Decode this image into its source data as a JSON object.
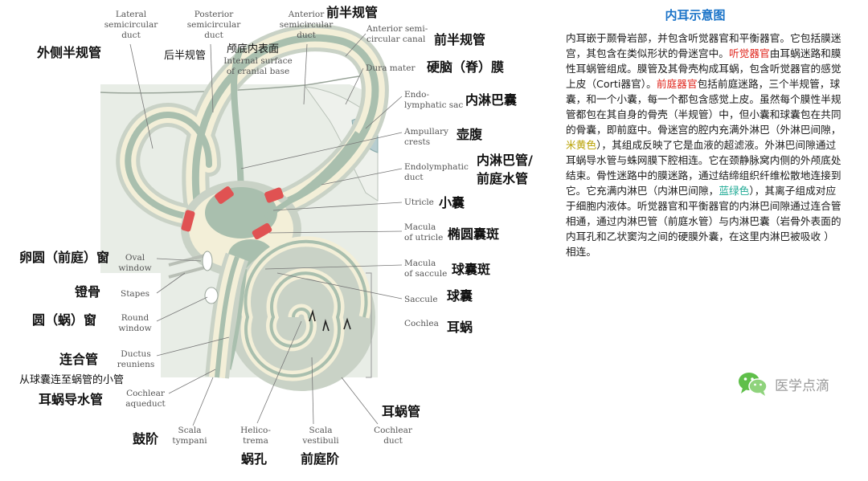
{
  "diagram": {
    "en": {
      "lateral": "Lateral\nsemicircular\nduct",
      "posterior": "Posterior\nsemicircular\nduct",
      "anterior_duct": "Anterior\nsemicircular\nduct",
      "anterior_canal": "Anterior semi-\ncircular canal",
      "internal_surface": "Internal surface\nof cranial base",
      "dura": "Dura mater",
      "endolymphatic_sac": "Endo-\nlymphatic sac",
      "ampullary": "Ampullary\ncrests",
      "endolymphatic_duct": "Endolymphatic\nduct",
      "utricle": "Utricle",
      "macula_utricle": "Macula\nof utricle",
      "macula_saccule": "Macula\nof saccule",
      "saccule": "Saccule",
      "cochlea": "Cochlea",
      "oval": "Oval\nwindow",
      "stapes": "Stapes",
      "round": "Round\nwindow",
      "ductus": "Ductus\nreuniens",
      "cochlear_aqueduct": "Cochlear\naqueduct",
      "scala_tympani": "Scala\ntympani",
      "helicotrema": "Helico-\ntrema",
      "scala_vestibuli": "Scala\nvestibuli",
      "cochlear_duct": "Cochlear\nduct"
    },
    "zh": {
      "anterior_top": "前半规管",
      "lateral": "外侧半规管",
      "posterior": "后半规管",
      "internal_surface": "颅底内表面",
      "anterior_canal": "前半规管",
      "dura": "硬脑（脊）膜",
      "endolymphatic_sac": "内淋巴囊",
      "ampullary": "壶腹",
      "endolymphatic_duct_1": "内淋巴管/",
      "endolymphatic_duct_2": "前庭水管",
      "utricle": "小囊",
      "macula_utricle": "椭圆囊斑",
      "macula_saccule": "球囊斑",
      "saccule": "球囊",
      "cochlea": "耳蜗",
      "oval": "卵圆（前庭）窗",
      "stapes": "镫骨",
      "round": "圆（蜗）窗",
      "ductus": "连合管",
      "ductus_desc": "从球囊连至蜗管的小管",
      "cochlear_aqueduct": "耳蜗导水管",
      "scala_tympani": "鼓阶",
      "helicotrema": "蜗孔",
      "scala_vestibuli": "前庭阶",
      "cochlear_duct": "耳蜗管"
    }
  },
  "panel": {
    "title": "内耳示意图",
    "p1": "内耳嵌于颞骨岩部，并包含听觉器官和平衡器官。它包括膜迷宫，其包含在类似形状的骨迷宫中。",
    "hearing_organ": "听觉器官",
    "p2": "由耳蜗迷路和膜性耳蜗管组成。膜管及其骨壳构成耳蜗，包含听觉器官的感觉上皮（Corti器官）。",
    "vestibular_organ": "前庭器官",
    "p3": "包括前庭迷路，三个半规管，球囊，和一个小囊，每一个都包含感觉上皮。虽然每个膜性半规管都包在其自身的骨壳（半规管）中，但小囊和球囊包在共同的骨囊，即前庭中。骨迷宫的腔内充满外淋巴（外淋巴间隙，",
    "yellow_word": "米黄色",
    "p4": "），其组成反映了它是血液的超滤液。外淋巴间隙通过耳蜗导水管与蛛网膜下腔相连。它在颈静脉窝内侧的外颅底处结束。骨性迷路中的膜迷路，通过结缔组织纤维松散地连接到它。它充满内淋巴（内淋巴间隙，",
    "green_word": "蓝绿色",
    "p5": "），其离子组成对应于细胞内液体。听觉器官和平衡器官的内淋巴间隙通过连合管相通，通过内淋巴管（前庭水管）与内淋巴囊（岩骨外表面的内耳孔和乙状窦沟之间的硬膜外囊，在这里内淋巴被吸收 ）相连。"
  },
  "brand": {
    "name": "医学点滴",
    "icon": "wechat-icon"
  },
  "colors": {
    "bone": "#dfe6dc",
    "endolymph": "#a9bfae",
    "perilymph": "#f3efd8",
    "macula": "#e05252",
    "title": "#1a73c8"
  }
}
